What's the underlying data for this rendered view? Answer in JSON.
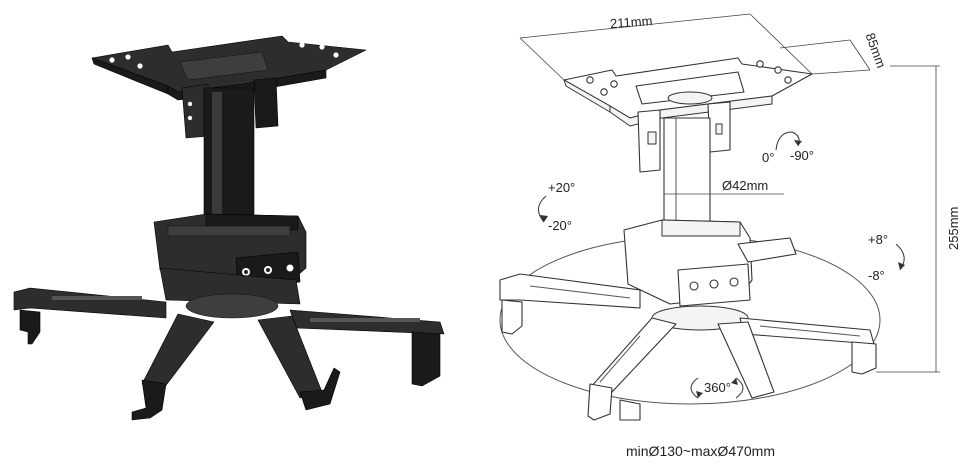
{
  "labels": {
    "width_dim": "211mm",
    "depth_dim": "85mm",
    "height_dim": "255mm",
    "pole_diameter": "Ø42mm",
    "swivel_start": "0°",
    "swivel_end": "-90°",
    "tilt_pos": "+20°",
    "tilt_neg": "-20°",
    "level_pos": "+8°",
    "level_neg": "-8°",
    "rotation": "360°",
    "arm_range": "minØ130~maxØ470mm"
  },
  "icons": {
    "swivel": "curved-arrow-icon",
    "tilt": "curved-arrow-icon",
    "level": "curved-arrow-icon",
    "rotate": "circular-arrow-icon"
  },
  "colors": {
    "product": "#1a1a1a",
    "line_art": "#333333",
    "background": "#ffffff"
  }
}
